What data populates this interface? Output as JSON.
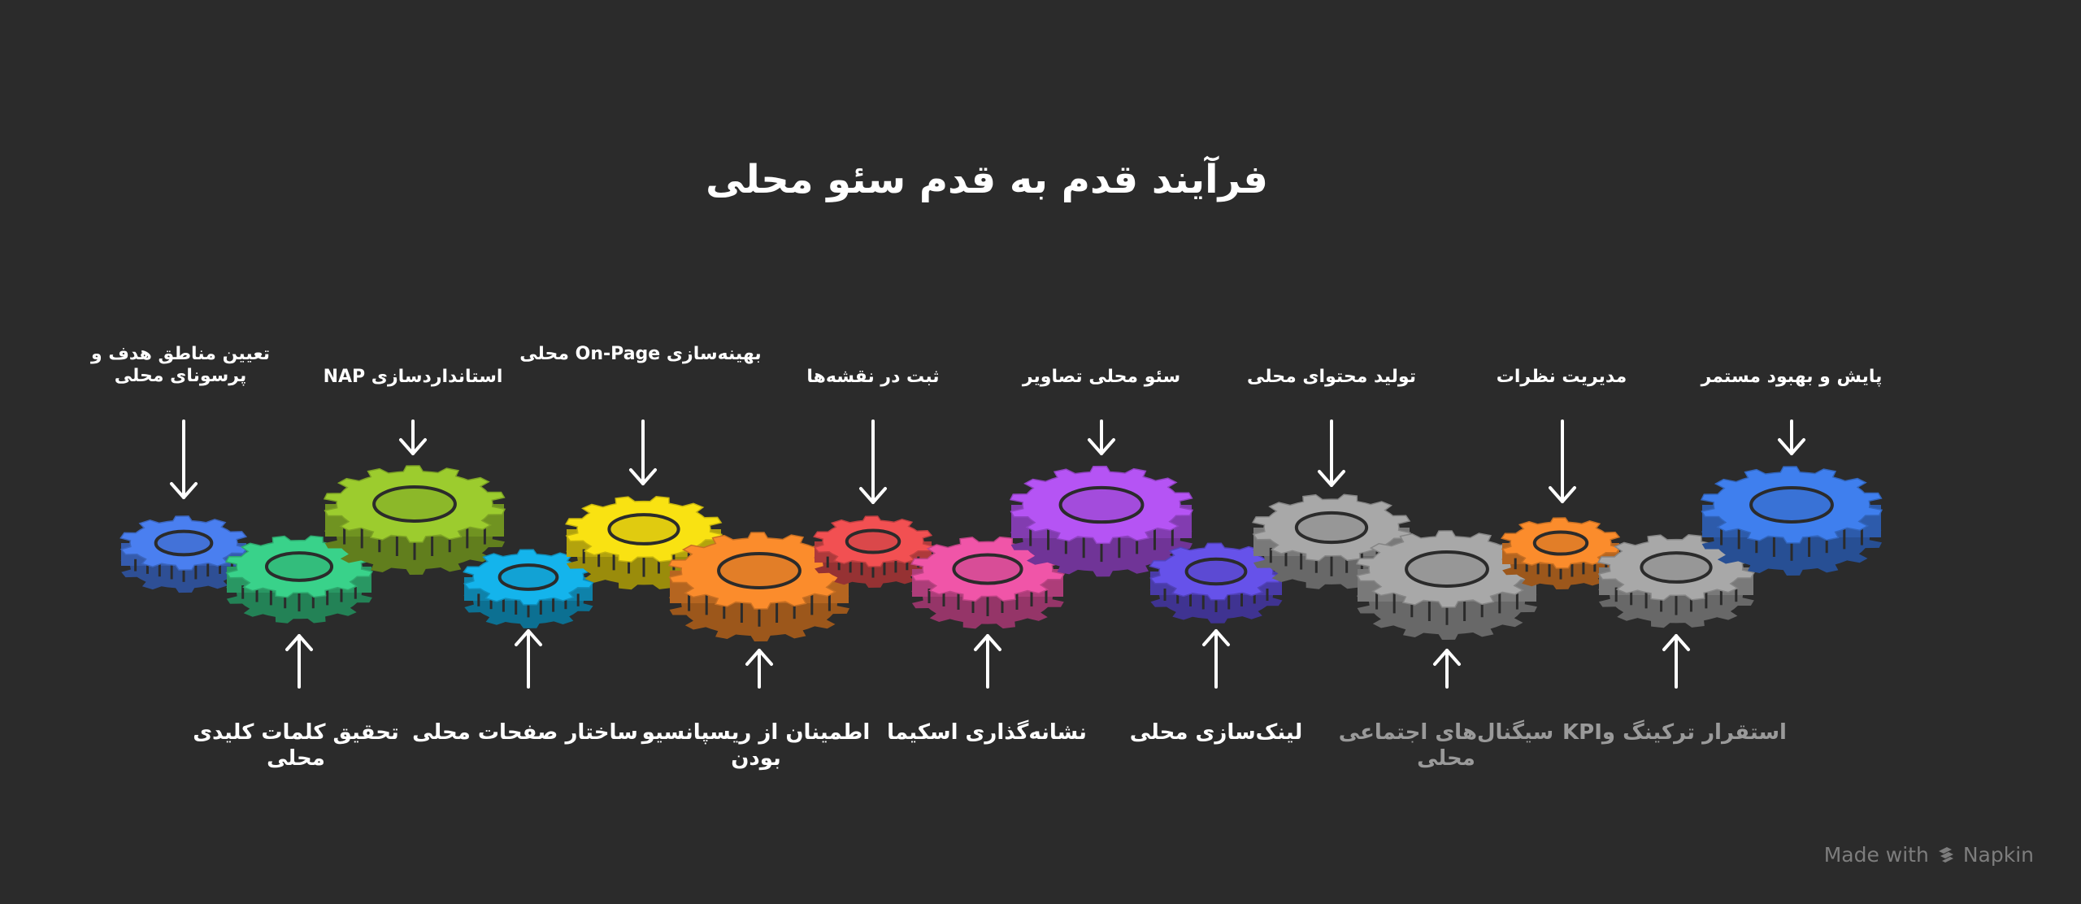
{
  "title": "فرآیند قدم به قدم سئو محلی",
  "footer": {
    "made_with": "Made with",
    "brand": "Napkin",
    "icon": "napkin-logo-icon"
  },
  "arrow_color": "#ffffff",
  "steps": [
    {
      "id": "s1",
      "label": "تعیین مناطق هدف و پرسونای محلی",
      "position": "top",
      "color": "#4a7ff0",
      "dim": false
    },
    {
      "id": "s2",
      "label": "تحقیق کلمات کلیدی محلی",
      "position": "bottom",
      "color": "#39d28a",
      "dim": false
    },
    {
      "id": "s3",
      "label": "استانداردسازی NAP",
      "position": "top",
      "color": "#9ccc2e",
      "dim": false
    },
    {
      "id": "s4",
      "label": "ساختار صفحات محلی",
      "position": "bottom",
      "color": "#14b4ec",
      "dim": false
    },
    {
      "id": "s5",
      "label": "بهینه‌سازی On-Page محلی",
      "position": "top",
      "color": "#f9e212",
      "dim": false
    },
    {
      "id": "s6",
      "label": "اطمینان از ریسپانسیو بودن",
      "position": "bottom",
      "color": "#fb8c2c",
      "dim": false
    },
    {
      "id": "s7",
      "label": "ثبت در نقشه‌ها",
      "position": "top",
      "color": "#f25052",
      "dim": false
    },
    {
      "id": "s8",
      "label": "نشانه‌گذاری اسکیما",
      "position": "bottom",
      "color": "#f055a8",
      "dim": false
    },
    {
      "id": "s9",
      "label": "سئو محلی تصاویر",
      "position": "top",
      "color": "#b554f4",
      "dim": false
    },
    {
      "id": "s10",
      "label": "لینک‌سازی محلی",
      "position": "bottom",
      "color": "#6652ea",
      "dim": false
    },
    {
      "id": "s11",
      "label": "تولید محتوای محلی",
      "position": "top",
      "color": "#a8a8a8",
      "dim": false
    },
    {
      "id": "s12",
      "label": "سیگنال‌های اجتماعی محلی",
      "position": "bottom",
      "color": "#a8a8a8",
      "dim": true
    },
    {
      "id": "s13",
      "label": "مدیریت نظرات",
      "position": "top",
      "color": "#fb8c2c",
      "dim": false
    },
    {
      "id": "s14",
      "label": "استقرار ترکینگ وKPI",
      "position": "bottom",
      "color": "#a8a8a8",
      "dim": true
    },
    {
      "id": "s15",
      "label": "پایش و بهبود مستمر",
      "position": "top",
      "color": "#3f7fee",
      "dim": false
    }
  ]
}
